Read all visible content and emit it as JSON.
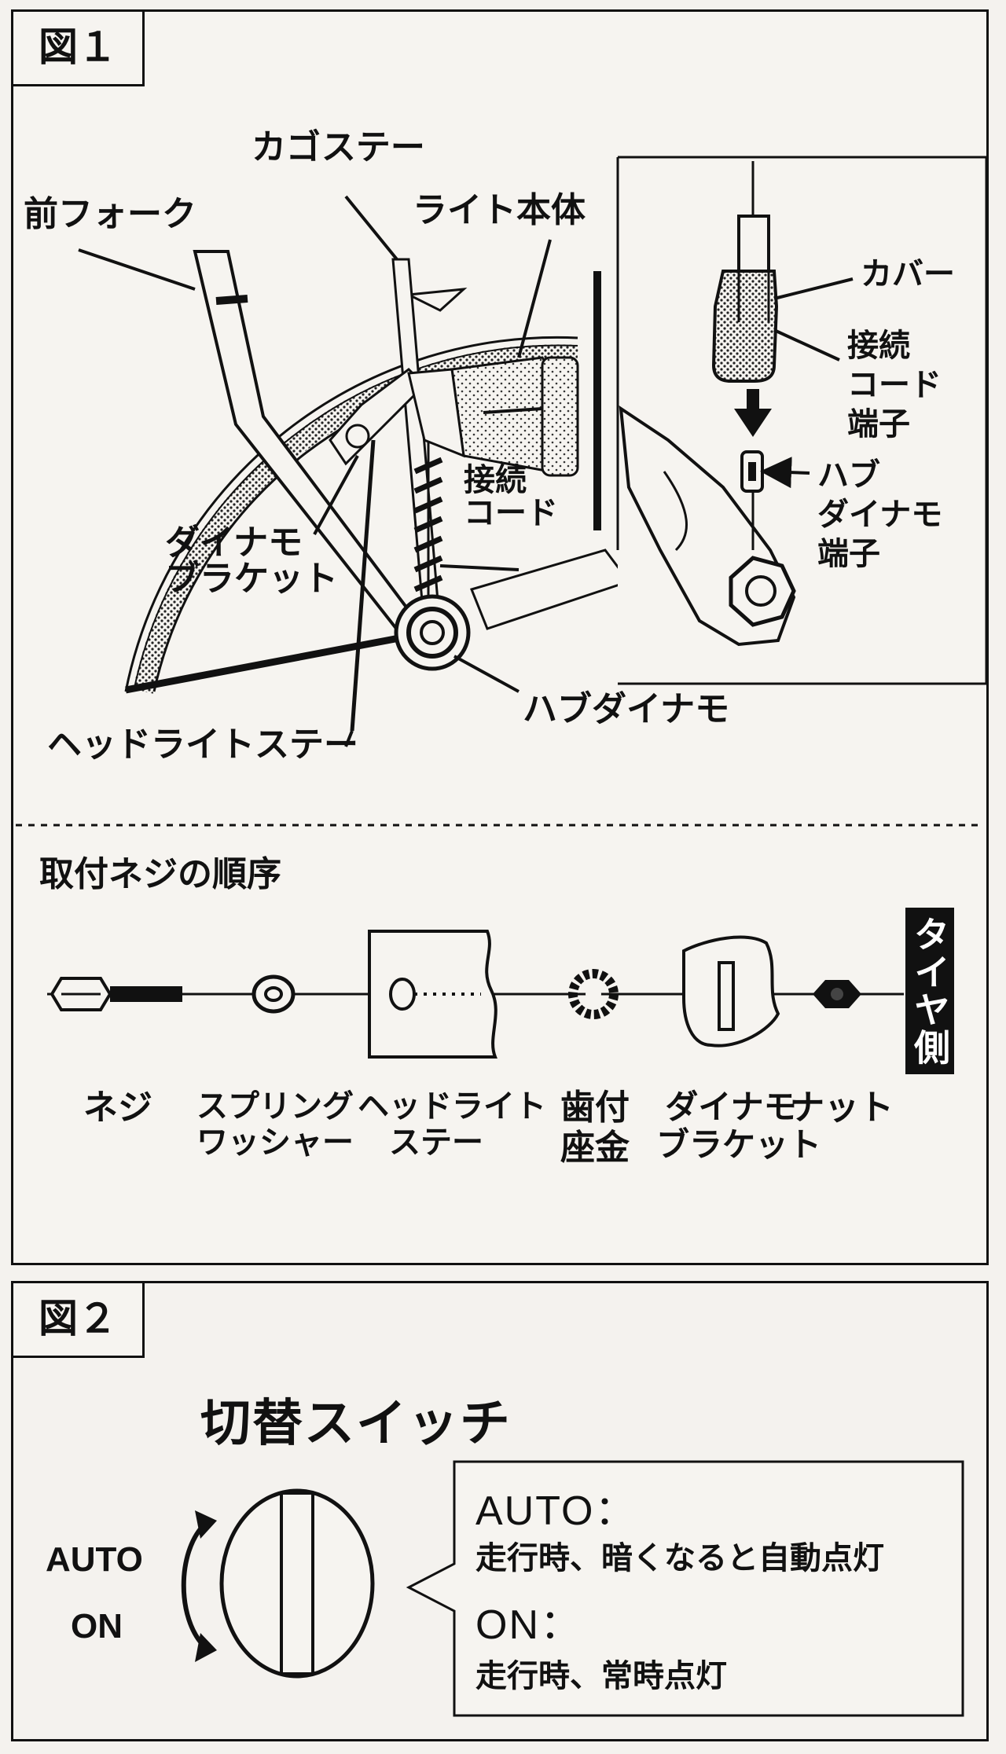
{
  "figure1": {
    "tab": "図１",
    "labels": {
      "front_fork": "前フォーク",
      "basket_stay": "カゴステー",
      "light_body": "ライト本体",
      "connect_cord": "接続\nコード",
      "dynamo_bracket": "ダイナモ\nブラケット",
      "headlight_stay": "ヘッドライトステー",
      "hub_dynamo": "ハブダイナモ",
      "cover": "カバー",
      "cord_terminal": "接続\nコード\n端子",
      "hub_terminal": "ハブ\nダイナモ\n端子"
    },
    "sequence_title": "取付ネジの順序",
    "side_tag": "タイヤ側",
    "parts": [
      {
        "label": "ネジ"
      },
      {
        "label": "スプリング\nワッシャー"
      },
      {
        "label": "ヘッドライト\nステー"
      },
      {
        "label": "歯付\n座金"
      },
      {
        "label": "ダイナモ\nブラケット"
      },
      {
        "label": "ナット"
      }
    ]
  },
  "figure2": {
    "tab": "図２",
    "title": "切替スイッチ",
    "modes": [
      "AUTO",
      "ON"
    ],
    "notes": [
      {
        "head": "AUTO：",
        "text": "走行時、暗くなると自動点灯"
      },
      {
        "head": "ON：",
        "text": "走行時、常時点灯"
      }
    ]
  },
  "colors": {
    "ink": "#111111",
    "paper": "#f4f2ee"
  }
}
